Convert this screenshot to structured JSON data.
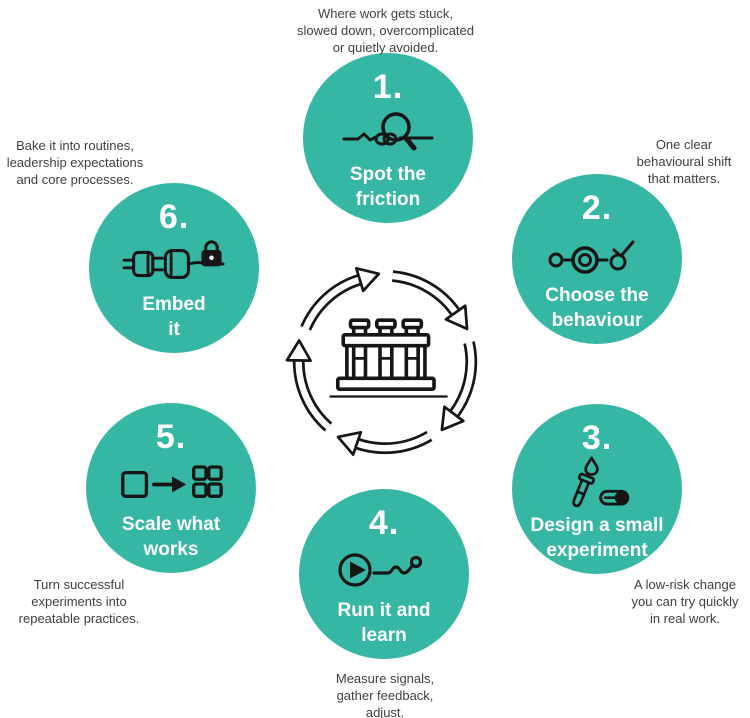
{
  "palette": {
    "circle_fill": "#36B7A4",
    "label_text": "#FFFFFF",
    "annotation_text": "#3F3F3F",
    "icon_stroke": "#161616",
    "background": "#FFFFFF"
  },
  "center": {
    "icon": "cycle-arrows-test-tube-rack-icon"
  },
  "steps": [
    {
      "number": "1.",
      "label": "Spot the\nfriction",
      "icon": "magnifier-tangled-line-icon",
      "annotation": "Where work gets stuck,\nslowed down, overcomplicated\nor quietly avoided."
    },
    {
      "number": "2.",
      "label": "Choose the\nbehaviour",
      "icon": "linked-circles-target-check-icon",
      "annotation": "One clear\nbehavioural shift\nthat matters."
    },
    {
      "number": "3.",
      "label": "Design a small\nexperiment",
      "icon": "test-tube-droplet-capsule-icon",
      "annotation": "A low-risk change\nyou can try quickly\nin real work."
    },
    {
      "number": "4.",
      "label": "Run it and\nlearn",
      "icon": "play-button-squiggle-icon",
      "annotation": "Measure signals,\ngather feedback,\nadjust."
    },
    {
      "number": "5.",
      "label": "Scale what\nworks",
      "icon": "square-arrow-grid-icon",
      "annotation": "Turn successful\nexperiments into\nrepeatable practices."
    },
    {
      "number": "6.",
      "label": "Embed\nit",
      "icon": "plug-connection-lock-icon",
      "annotation": "Bake it into routines,\nleadership expectations\nand core processes."
    }
  ]
}
